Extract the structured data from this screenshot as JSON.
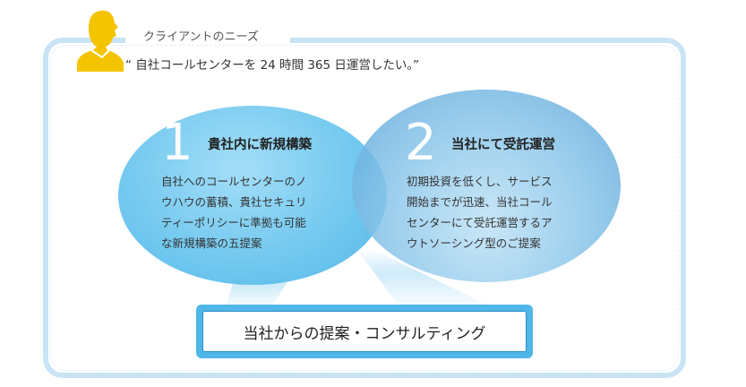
{
  "client": {
    "title": "クライアントのニーズ",
    "quote": "“ 自社コールセンターを 24 時間 365 日運営したい。”"
  },
  "options": [
    {
      "number": "1",
      "heading": "貴社内に新規構築",
      "lines": [
        "自社へのコールセンターのノ",
        "ウハウの蓄積、貴社セキュリ",
        "ティーポリシーに準拠も可能",
        "な新規構築の五提案"
      ]
    },
    {
      "number": "2",
      "heading": "当社にて受託運営",
      "lines": [
        "初期投資を低くし、サービス",
        "開始までが迅速、当社コール",
        "センターにて受託運営するア",
        "ウトソーシング型のご提案"
      ]
    }
  ],
  "proposal": {
    "label": "当社からの提案・コンサルティング"
  },
  "colors": {
    "frame": "#c9e4f4",
    "circle_1": "#6cc6ef",
    "circle_2": "#8cc7ea",
    "proposal_border": "#4fb6e8",
    "avatar": "#f5c400"
  }
}
